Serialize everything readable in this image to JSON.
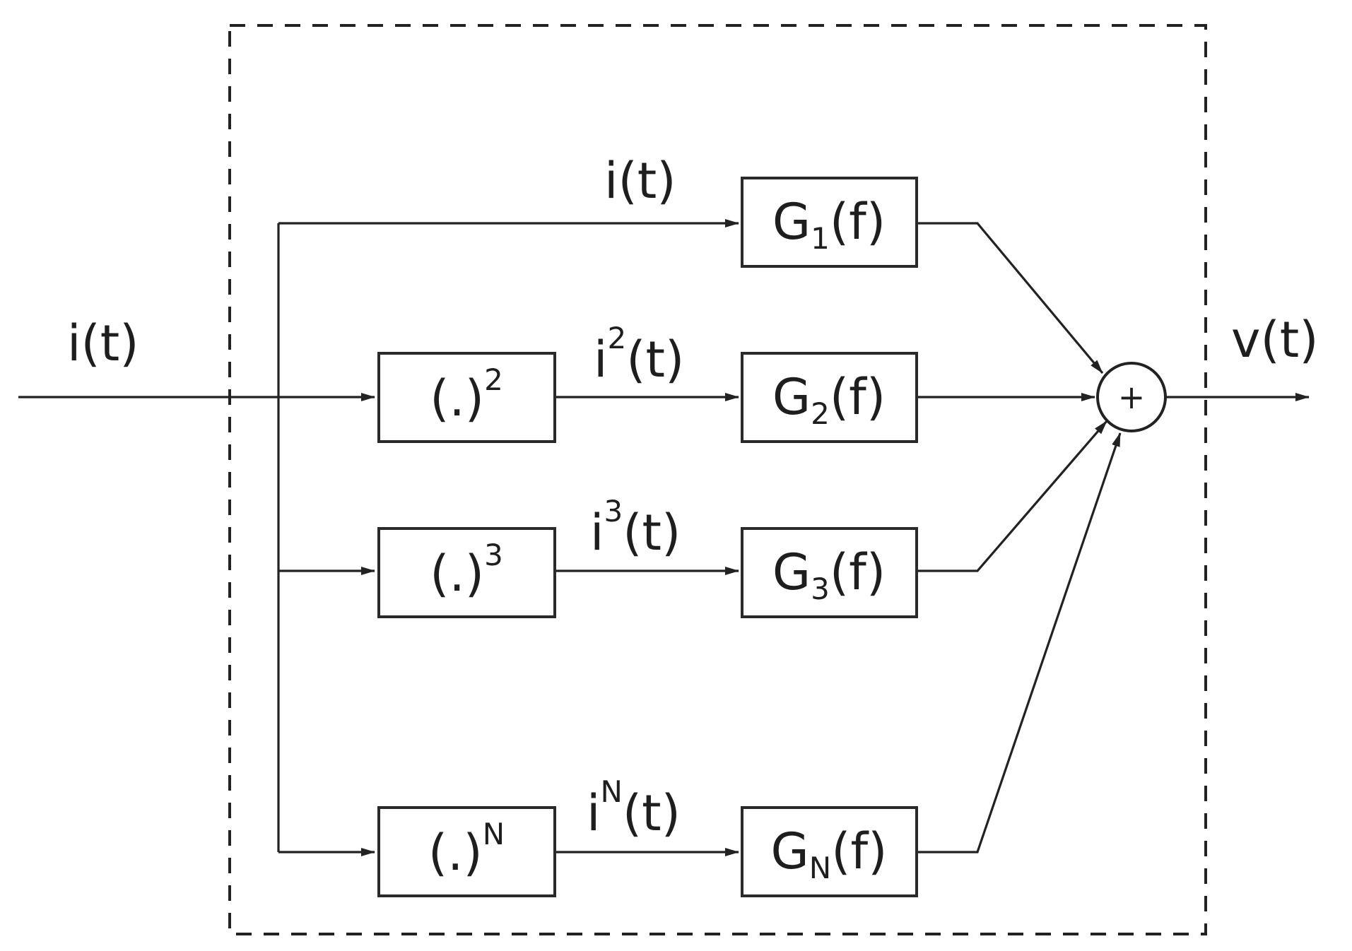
{
  "signals": {
    "input": {
      "base": "i",
      "arg": "(t)"
    },
    "output": {
      "base": "v",
      "arg": "(t)"
    },
    "branch1": {
      "base": "i",
      "arg": "(t)"
    },
    "branch2": {
      "base": "i",
      "sup": "2",
      "arg": "(t)"
    },
    "branch3": {
      "base": "i",
      "sup": "3",
      "arg": "(t)"
    },
    "branchN": {
      "base": "i",
      "sup": "N",
      "arg": "(t)"
    }
  },
  "power_blocks": [
    {
      "base": "(.)",
      "sup": "2"
    },
    {
      "base": "(.)",
      "sup": "3"
    },
    {
      "base": "(.)",
      "sup": "N"
    }
  ],
  "filter_blocks": [
    {
      "base": "G",
      "sub": "1",
      "arg": "(f)"
    },
    {
      "base": "G",
      "sub": "2",
      "arg": "(f)"
    },
    {
      "base": "G",
      "sub": "3",
      "arg": "(f)"
    },
    {
      "base": "G",
      "sub": "N",
      "arg": "(f)"
    }
  ],
  "summer": {
    "symbol": "+"
  }
}
